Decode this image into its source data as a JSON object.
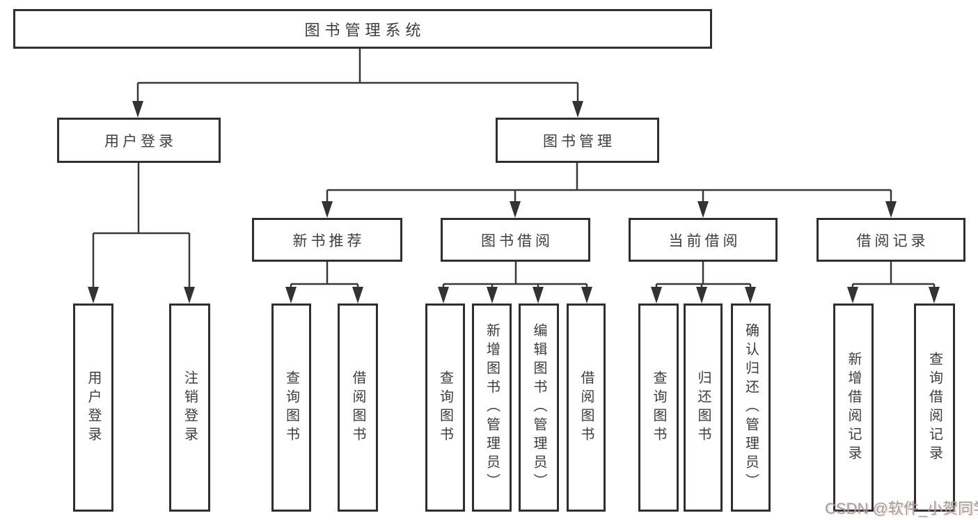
{
  "diagram_title": "图书管理系统",
  "nodes": {
    "root": "图书管理系统",
    "userLogin": "用户登录",
    "bookMgmt": "图书管理",
    "newBookRec": "新书推荐",
    "bookBorrow": "图书借阅",
    "currentBorrow": "当前借阅",
    "borrowRecords": "借阅记录",
    "leafUserLogin": "用户登录",
    "leafLogoutLogin": "注销登录",
    "leafQueryBookRec": "查询图书",
    "leafBorrowBookRec": "借阅图书",
    "leafQueryBookBorrow": "查询图书",
    "leafAddBookAdmin": "新增图书（管理员）",
    "leafEditBookAdmin": "编辑图书（管理员）",
    "leafBorrowBookBorrow": "借阅图书",
    "leafQueryBookCurrent": "查询图书",
    "leafReturnBook": "归还图书",
    "leafConfirmReturnAdmin": "确认归还（管理员）",
    "leafAddBorrowRecord": "新增借阅记录",
    "leafQueryBorrowRecord": "查询借阅记录"
  },
  "hierarchy": {
    "root": [
      "userLogin",
      "bookMgmt"
    ],
    "userLogin": [
      "leafUserLogin",
      "leafLogoutLogin"
    ],
    "bookMgmt": [
      "newBookRec",
      "bookBorrow",
      "currentBorrow",
      "borrowRecords"
    ],
    "newBookRec": [
      "leafQueryBookRec",
      "leafBorrowBookRec"
    ],
    "bookBorrow": [
      "leafQueryBookBorrow",
      "leafAddBookAdmin",
      "leafEditBookAdmin",
      "leafBorrowBookBorrow"
    ],
    "currentBorrow": [
      "leafQueryBookCurrent",
      "leafReturnBook",
      "leafConfirmReturnAdmin"
    ],
    "borrowRecords": [
      "leafAddBorrowRecord",
      "leafQueryBorrowRecord"
    ]
  },
  "watermark": "CSDN @软件_小贺同学",
  "colors": {
    "line": "#383838",
    "box_border": "#2f2f2f",
    "text": "#3d3d3d",
    "watermark": "#9e9e9e",
    "background": "#ffffff"
  }
}
